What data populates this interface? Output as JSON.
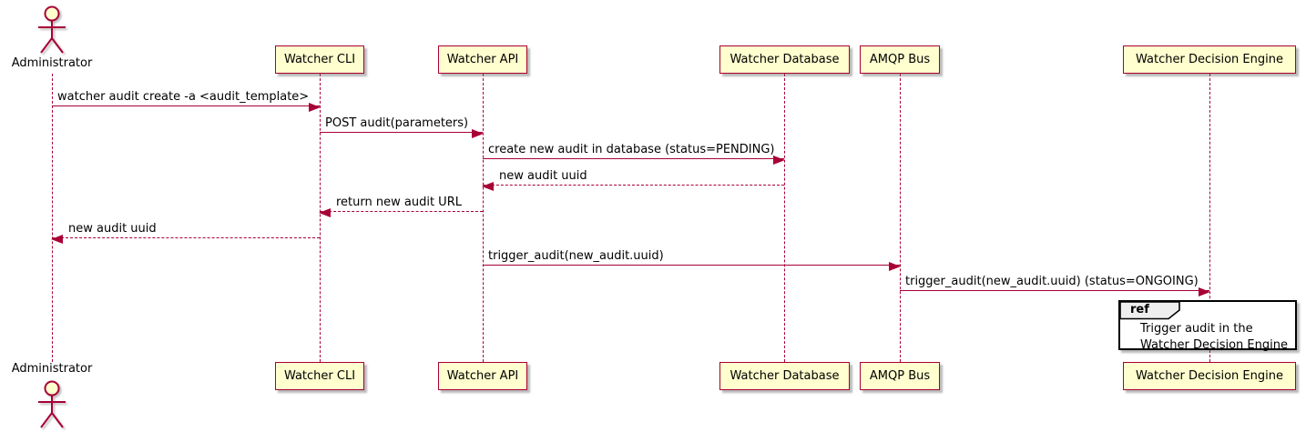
{
  "diagram_type": "uml-sequence",
  "colors": {
    "participant_fill": "#FEFECE",
    "participant_border": "#A80036",
    "line_color": "#A80036",
    "text_color": "#000000",
    "ref_header_fill": "#EEEEEE",
    "ref_border": "#000000",
    "background": "#FFFFFF"
  },
  "actor": {
    "name": "Administrator"
  },
  "participants": [
    {
      "label": "Watcher CLI"
    },
    {
      "label": "Watcher API"
    },
    {
      "label": "Watcher Database"
    },
    {
      "label": "AMQP Bus"
    },
    {
      "label": "Watcher Decision Engine"
    }
  ],
  "messages": [
    {
      "text": "watcher audit create -a <audit_template>",
      "from": "Administrator",
      "to": "Watcher CLI",
      "style": "solid"
    },
    {
      "text": "POST audit(parameters)",
      "from": "Watcher CLI",
      "to": "Watcher API",
      "style": "solid"
    },
    {
      "text": "create new audit in database (status=PENDING)",
      "from": "Watcher API",
      "to": "Watcher Database",
      "style": "solid"
    },
    {
      "text": "new audit uuid",
      "from": "Watcher Database",
      "to": "Watcher API",
      "style": "dashed"
    },
    {
      "text": "return new audit URL",
      "from": "Watcher API",
      "to": "Watcher CLI",
      "style": "dashed"
    },
    {
      "text": "new audit uuid",
      "from": "Watcher CLI",
      "to": "Administrator",
      "style": "dashed"
    },
    {
      "text": "trigger_audit(new_audit.uuid)",
      "from": "Watcher API",
      "to": "AMQP Bus",
      "style": "solid"
    },
    {
      "text": "trigger_audit(new_audit.uuid) (status=ONGOING)",
      "from": "AMQP Bus",
      "to": "Watcher Decision Engine",
      "style": "solid"
    }
  ],
  "ref": {
    "keyword": "ref",
    "lines": [
      "Trigger audit in the",
      "Watcher Decision Engine"
    ]
  }
}
